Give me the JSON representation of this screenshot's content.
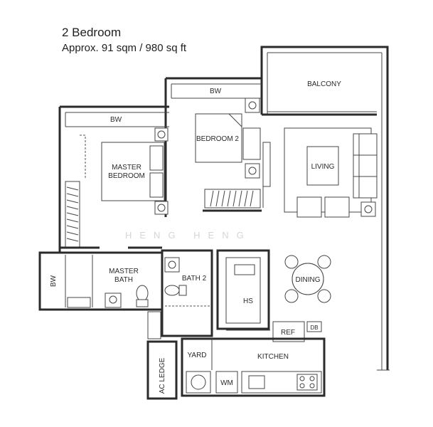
{
  "header": {
    "title": "2 Bedroom",
    "subtitle": "Approx. 91 sqm / 980 sq ft"
  },
  "watermark": "HENG HENG",
  "rooms": {
    "bw_bedroom2": "BW",
    "balcony": "BALCONY",
    "bw_master": "BW",
    "bedroom2": "BEDROOM 2",
    "master_bedroom_line1": "MASTER",
    "master_bedroom_line2": "BEDROOM",
    "living": "LIVING",
    "dining": "DINING",
    "master_bath_line1": "MASTER",
    "master_bath_line2": "BATH",
    "bw_bath": "BW",
    "bath2": "BATH 2",
    "hs": "HS",
    "ref": "REF",
    "db": "DB",
    "yard": "YARD",
    "kitchen": "KITCHEN",
    "ac_ledge": "AC LEDGE",
    "wm": "WM"
  }
}
